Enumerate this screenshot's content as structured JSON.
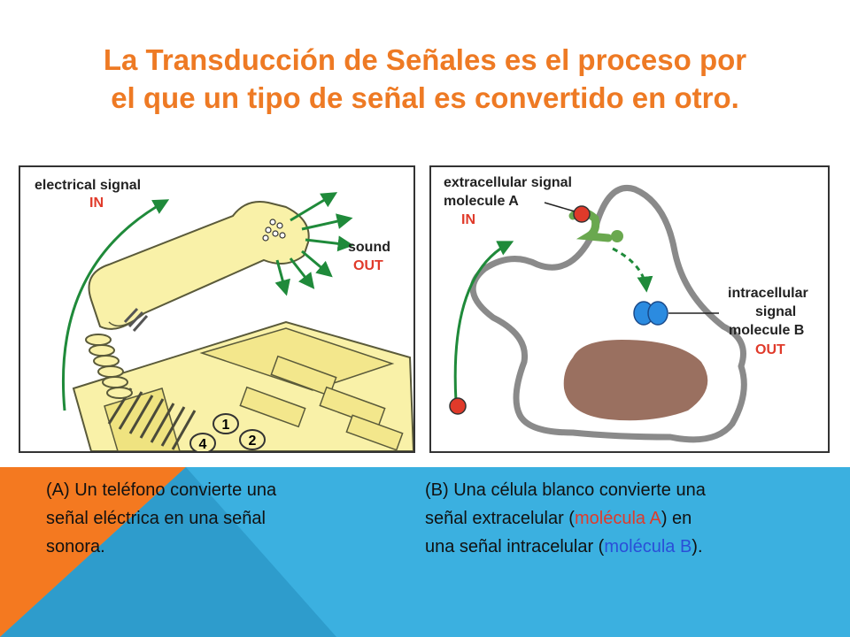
{
  "slide": {
    "title_line1": "La Transducción de Señales es el proceso por",
    "title_line2": "el que un tipo de señal es convertido en otro."
  },
  "panel_a": {
    "label_signal": "electrical signal",
    "label_in": "IN",
    "label_sound": "sound",
    "label_out": "OUT",
    "keys": [
      "1",
      "2",
      "4"
    ]
  },
  "panel_b": {
    "label_extra_1": "extracellular signal",
    "label_extra_2": "molecule A",
    "label_in": "IN",
    "label_intra_1": "intracellular",
    "label_intra_2": "signal",
    "label_intra_3": "molecule B",
    "label_out": "OUT"
  },
  "caption_a": {
    "line1": "(A) Un teléfono  convierte una",
    "line2": "señal eléctrica en una señal",
    "line3": "sonora."
  },
  "caption_b": {
    "line1": "(B) Una célula blanco convierte una",
    "line2_pre": "señal extracelular (",
    "line2_hl": "molécula A",
    "line2_post": ") en",
    "line3_pre": "una  señal  intracelular (",
    "line3_hl": "molécula B",
    "line3_post": ")."
  },
  "colors": {
    "title": "#ee7a24",
    "bottom_orange": "#f47920",
    "bottom_blue": "#3bb0e0",
    "arrow_green": "#1f8a3a",
    "signal_red": "#e03a2a",
    "molecule_b_blue": "#2b8be0",
    "phone_fill": "#f9f1a8",
    "cell_membrane": "#8a8a8a",
    "nucleus": "#9a7060"
  }
}
